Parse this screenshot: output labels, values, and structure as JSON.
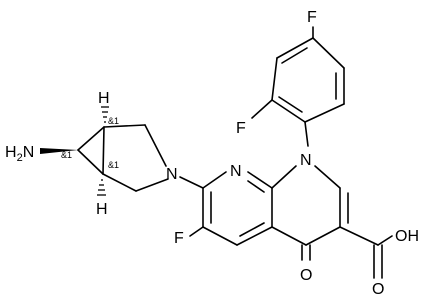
{
  "labels": {
    "fluoro_aryl_top": "F",
    "fluoro_aryl_ortho": "F",
    "fluoro_naphthyridine": "F",
    "amine": "H2N",
    "n_pyrrolidine": "N",
    "n1": "N",
    "n8": "N",
    "keto_o": "O",
    "acid_oh": "OH",
    "acid_o": "O",
    "h_top": "H",
    "h_bottom": "H",
    "stereo_1": "&1",
    "stereo_2": "&1",
    "stereo_3": "&1"
  }
}
